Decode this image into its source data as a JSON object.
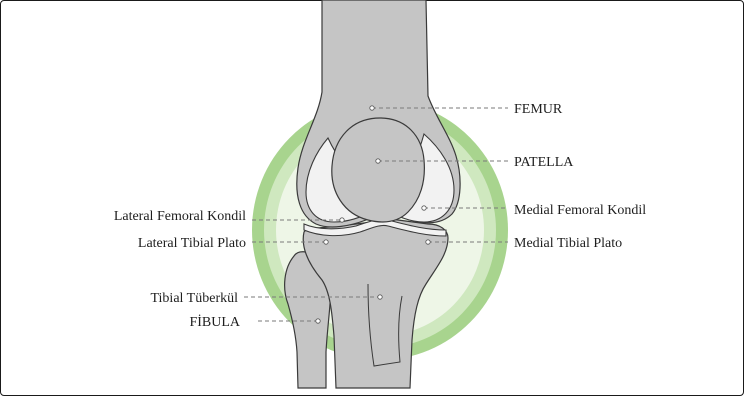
{
  "colors": {
    "bone": "#c5c5c5",
    "outline": "#3a3a3a",
    "halo_outer": "#a8d48e",
    "halo_mid": "#cfe8bf",
    "halo_inner": "#eef6e7"
  },
  "labels": {
    "femur": "FEMUR",
    "patella": "PATELLA",
    "medial_femoral_kondil": "Medial Femoral Kondil",
    "medial_tibial_plato": "Medial Tibial Plato",
    "lateral_femoral_kondil": "Lateral Femoral Kondil",
    "lateral_tibial_plato": "Lateral Tibial Plato",
    "tibial_tuberkul": "Tibial Tüberkül",
    "fibula": "FİBULA"
  }
}
